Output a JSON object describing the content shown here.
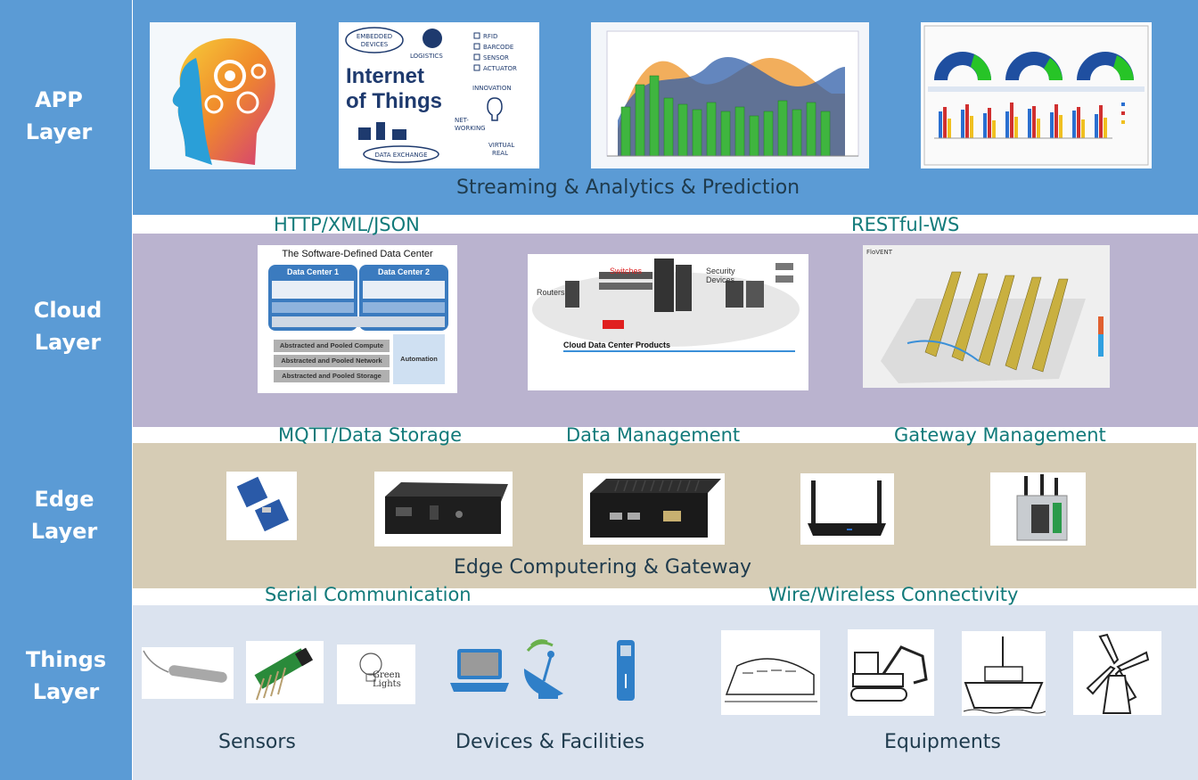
{
  "layers": {
    "app": "APP\nLayer",
    "cloud": "Cloud\nLayer",
    "edge": "Edge\nLayer",
    "things": "Things\nLayer"
  },
  "app_layer": {
    "caption": "Streaming & Analytics & Prediction",
    "iot_title": "Internet of Things",
    "iot_words": [
      "EMBEDDED DEVICES",
      "LOGISTICS",
      "RFID",
      "BARCODE",
      "SENSOR",
      "ACTUATOR",
      "INNOVATION",
      "NET-WORKING",
      "VIRTUAL REAL",
      "DATA EXCHANGE"
    ]
  },
  "protocols_top": [
    "HTTP/XML/JSON",
    "RESTful-WS"
  ],
  "cloud_layer": {
    "sddc_title": "The Software-Defined Data Center",
    "dc1": "Data Center 1",
    "dc2": "Data Center 2",
    "pools": [
      "Abstracted and Pooled Compute",
      "Abstracted and Pooled Network",
      "Abstracted and Pooled Storage"
    ],
    "automation": "Automation",
    "products_title": "Cloud Data Center Products",
    "routers": "Routers",
    "switches": "Switches",
    "security": "Security Devices"
  },
  "protocols_mid": [
    "MQTT/Data Storage",
    "Data Management",
    "Gateway Management"
  ],
  "edge_layer": {
    "caption": "Edge Computering & Gateway"
  },
  "protocols_low": [
    "Serial Communication",
    "Wire/Wireless Connectivity"
  ],
  "things_layer": {
    "captions": [
      "Sensors",
      "Devices & Facilities",
      "Equipments"
    ],
    "green_lights": "Green Lights"
  }
}
